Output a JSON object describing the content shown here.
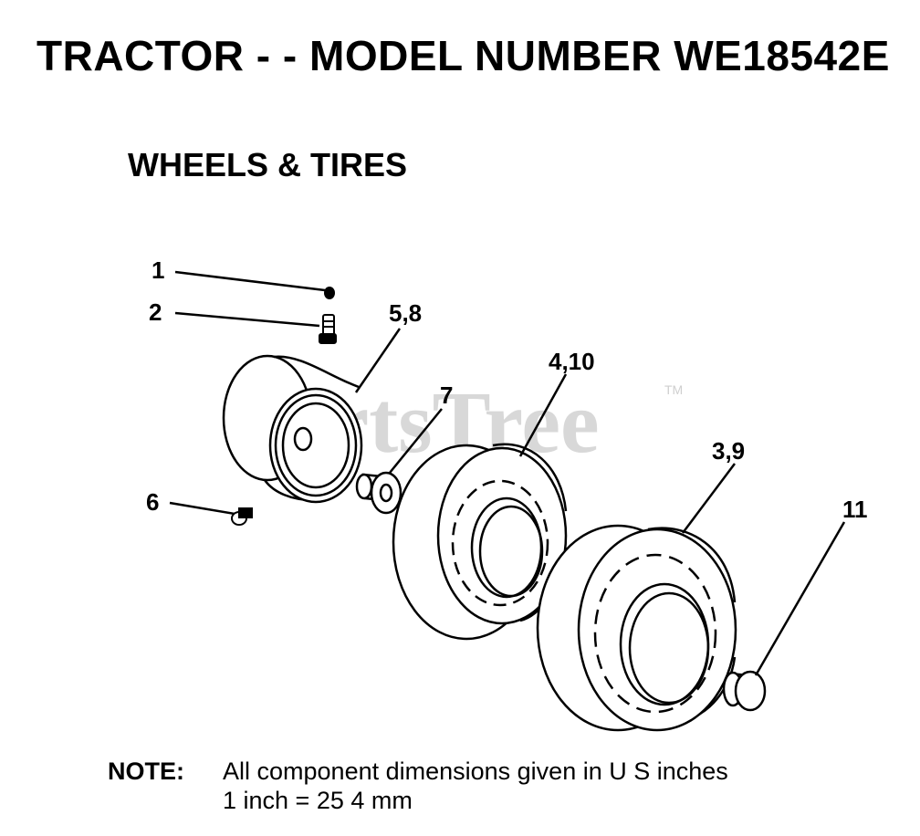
{
  "header": {
    "title": "TRACTOR - - MODEL NUMBER WE18542E",
    "subtitle": "WHEELS & TIRES"
  },
  "watermark": {
    "text": "PartsTree",
    "trademark": "TM"
  },
  "callouts": {
    "c1": "1",
    "c2": "2",
    "c58": "5,8",
    "c410": "4,10",
    "c7": "7",
    "c39": "3,9",
    "c6": "6",
    "c11": "11"
  },
  "note": {
    "label": "NOTE:",
    "line1": "All component dimensions given in U S  inches",
    "line2": "1 inch = 25 4 mm"
  }
}
